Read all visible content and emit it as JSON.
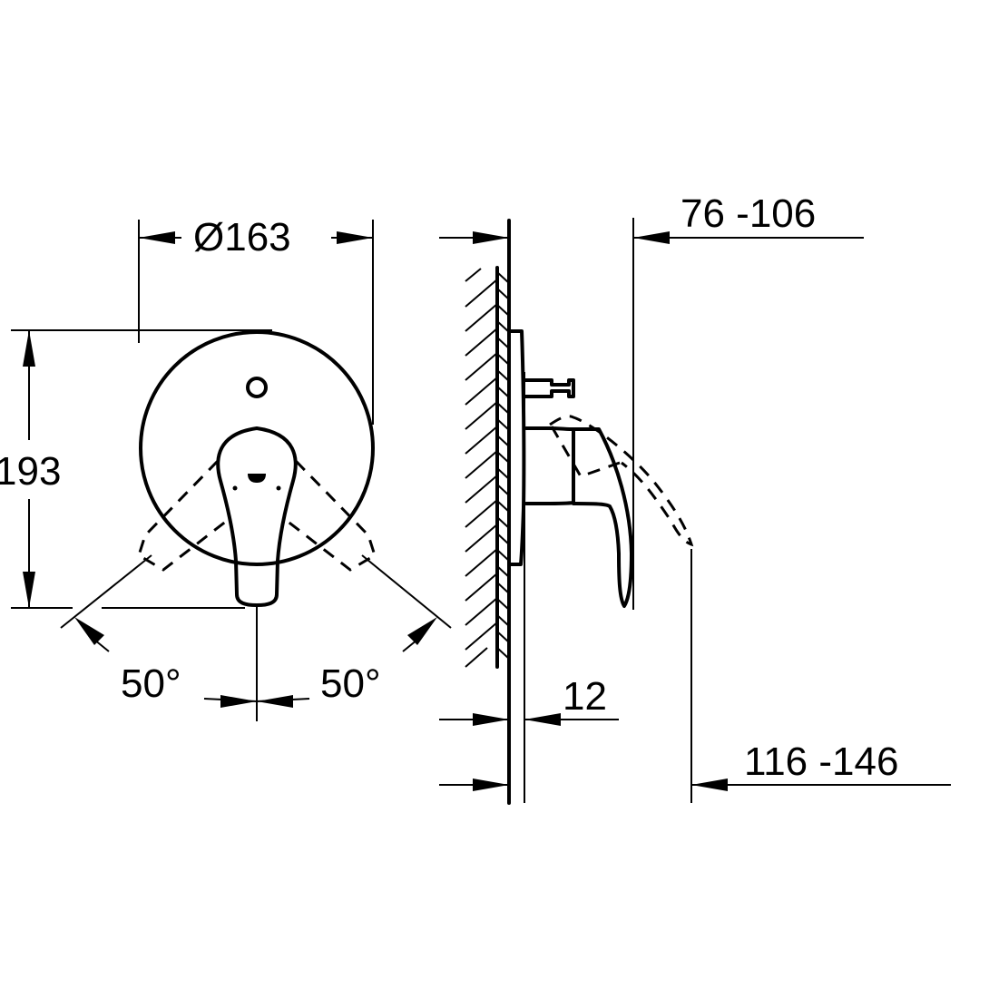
{
  "drawing": {
    "type": "technical-dimension-drawing",
    "subject": "concealed single-lever mixer",
    "line_color": "#000000",
    "background_color": "#ffffff"
  },
  "front_view": {
    "dimensions": {
      "diameter": "Ø163",
      "height": "193",
      "angle_left": "50°",
      "angle_right": "50°"
    }
  },
  "side_view": {
    "dimensions": {
      "lever_projection": "76 -106",
      "plate_offset": "12",
      "total_projection": "116 -146"
    }
  }
}
